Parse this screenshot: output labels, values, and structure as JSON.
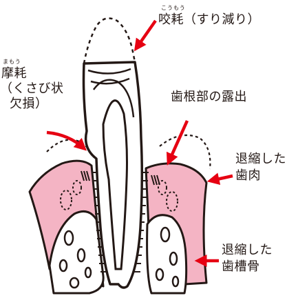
{
  "labels": {
    "wear": {
      "ruby": "こうもう",
      "text": "咬耗（すり減り）"
    },
    "abrasion": {
      "ruby": "まもう",
      "line1": "摩耗",
      "line2": "（くさび状",
      "line3": "欠損）"
    },
    "root_exposure": {
      "text": "歯根部の露出"
    },
    "receded_gum": {
      "line1": "退縮した",
      "line2": "歯肉"
    },
    "receded_bone": {
      "line1": "退縮した",
      "line2": "歯槽骨"
    }
  },
  "colors": {
    "gum": "#f4b4c4",
    "arrow": "#e60012",
    "line": "#231815",
    "background": "#ffffff"
  }
}
